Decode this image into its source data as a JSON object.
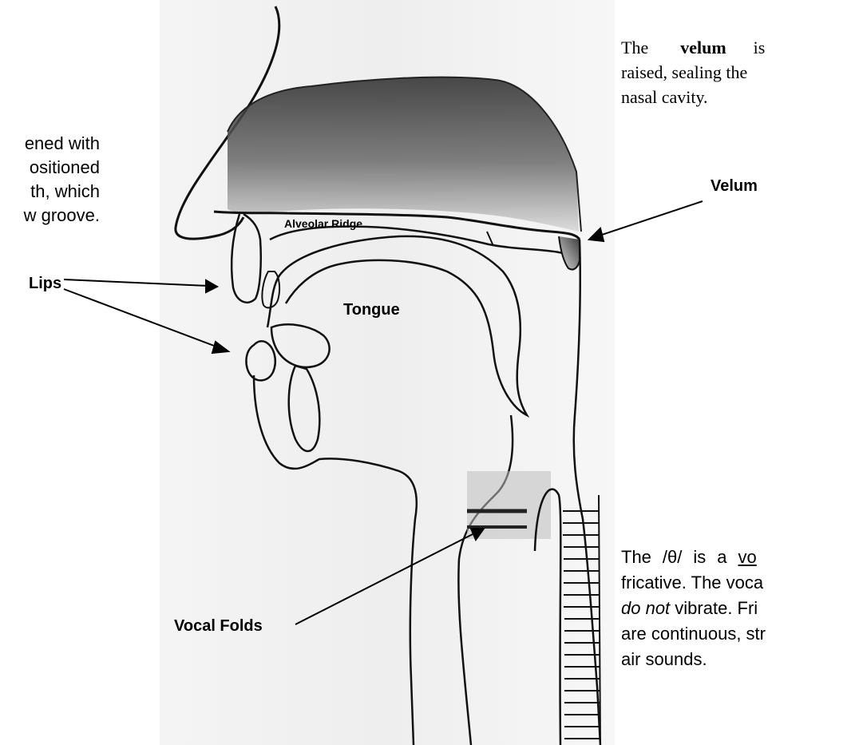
{
  "labels": {
    "velum": "Velum",
    "alveolar_ridge": "Alveolar Ridge",
    "lips": "Lips",
    "tongue": "Tongue",
    "vocal_folds": "Vocal Folds"
  },
  "left_note": {
    "lines": [
      "ened with",
      "ositioned",
      "th, which",
      "w groove."
    ]
  },
  "velum_note": {
    "line1_a": "The",
    "line1_b": "velum",
    "line1_c": "is",
    "line2": "raised, sealing the",
    "line3": "nasal cavity."
  },
  "theta_note": {
    "l1_a": "The",
    "l1_b": "/θ/",
    "l1_c": "is",
    "l1_d": "a",
    "l1_e": "vo",
    "l2": "fricative. The voca",
    "l3_a": "do not",
    "l3_b": " vibrate. Fri",
    "l4": "are continuous, str",
    "l5": "air sounds."
  },
  "colors": {
    "ink": "#111111",
    "shade": "#444444",
    "paper_grain": "#e9e9e9"
  }
}
